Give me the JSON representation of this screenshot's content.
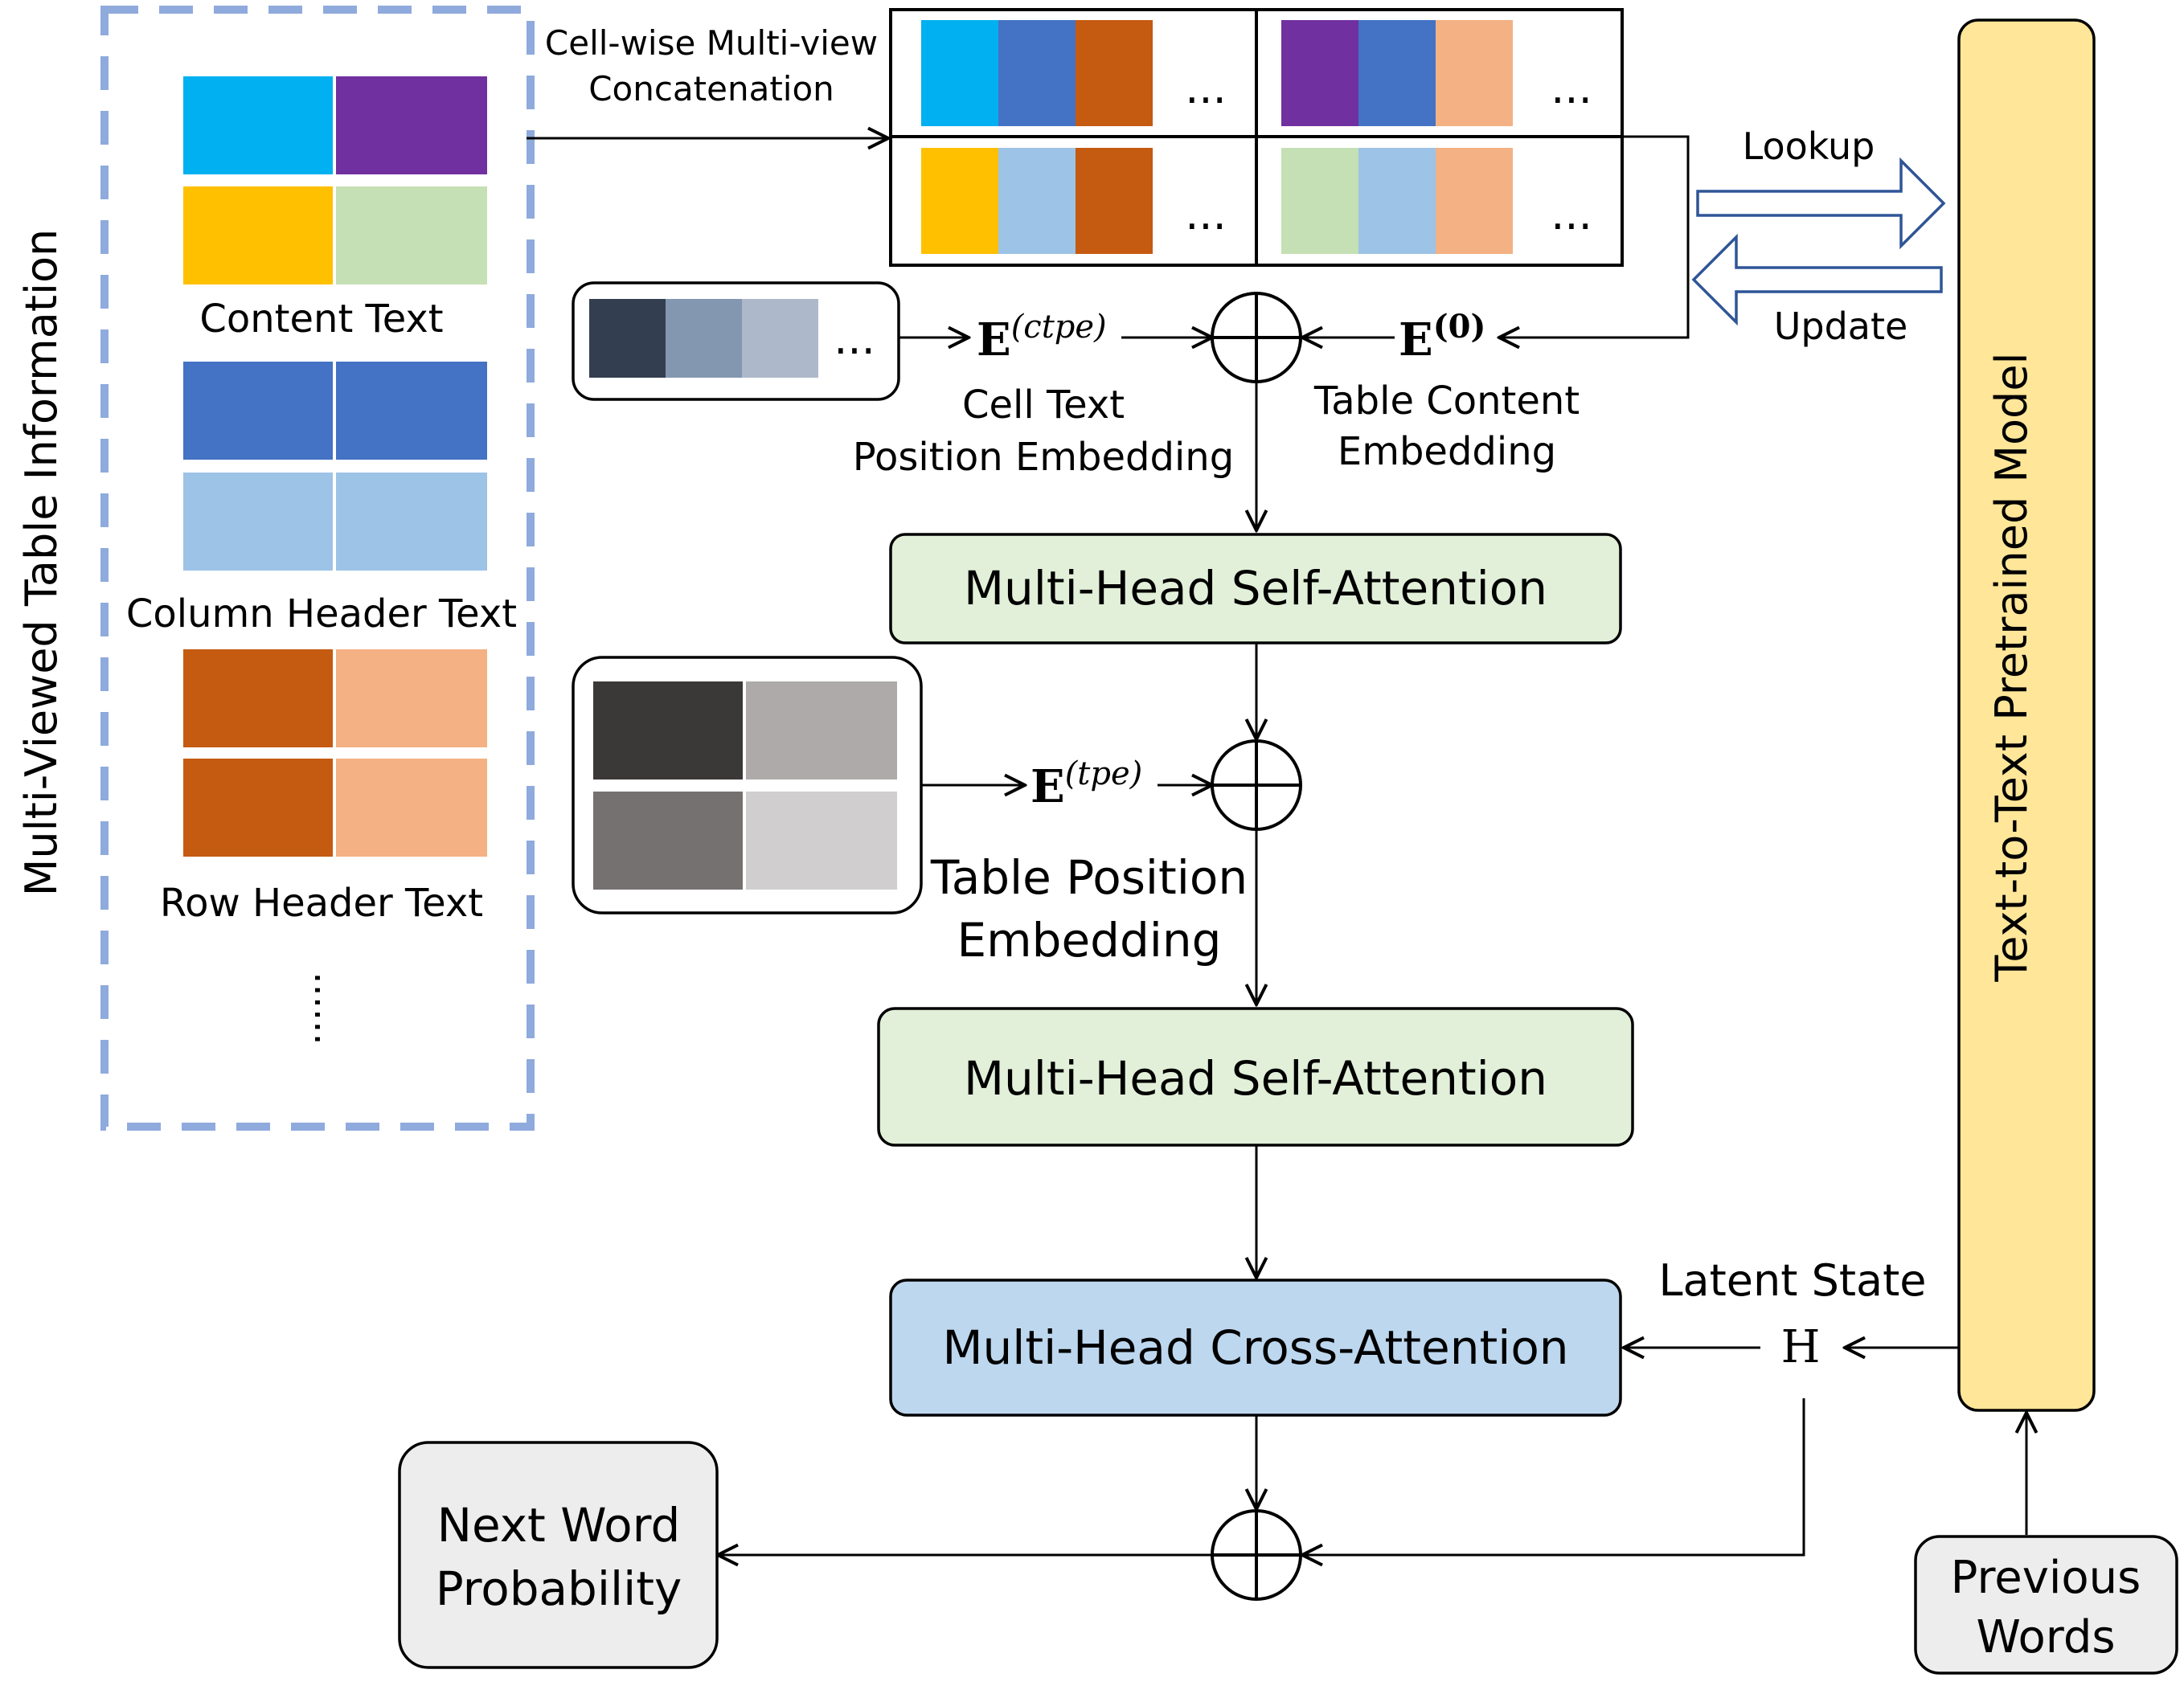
{
  "left_panel": {
    "title": "Multi-Viewed Table Information",
    "content_label": "Content Text",
    "column_label": "Column Header Text",
    "row_label": "Row Header Text",
    "more": "......"
  },
  "concat": {
    "label_line1": "Cell-wise Multi-view",
    "label_line2": "Concatenation",
    "ellipsis": "..."
  },
  "ctpe": {
    "symbol": "E",
    "superscript": "(ctpe)",
    "label_line1": "Cell Text",
    "label_line2": "Position Embedding",
    "ellipsis": "..."
  },
  "e0": {
    "symbol": "E",
    "superscript": "(0)",
    "label_line1": "Table Content",
    "label_line2": "Embedding"
  },
  "lookup_label": "Lookup",
  "update_label": "Update",
  "pretrained_label": "Text-to-Text Pretrained Model",
  "attention1_label": "Multi-Head Self-Attention",
  "tpe": {
    "symbol": "E",
    "superscript": "(tpe)",
    "label_line1": "Table Position",
    "label_line2": "Embedding"
  },
  "attention2_label": "Multi-Head Self-Attention",
  "cross_attention_label": "Multi-Head Cross-Attention",
  "latent": {
    "label": "Latent State",
    "symbol": "H"
  },
  "next_word": {
    "line1": "Next Word",
    "line2": "Probability"
  },
  "previous": {
    "line1": "Previous",
    "line2": "Words"
  },
  "colors": {
    "cyan": "#00B0F0",
    "purple": "#7030A0",
    "gold": "#FFC000",
    "light_green": "#C5E0B4",
    "blue": "#4472C4",
    "light_blue": "#9DC3E6",
    "rust": "#C55A11",
    "peach": "#F4B183",
    "dash_border": "#8FAADC",
    "green_box": "#E2F0D9",
    "blue_box": "#BDD7EE",
    "yellow_box": "#FFE699",
    "yellow_border": "#BF9000",
    "gray_box": "#EDEDED",
    "slate_dark": "#333F50",
    "slate_mid": "#8497B0",
    "slate_light": "#ADB9CA",
    "gray_dark": "#3B3838",
    "gray_mid": "#AEAAAA",
    "gray_darkmid": "#767171",
    "gray_light": "#D0CECE"
  }
}
